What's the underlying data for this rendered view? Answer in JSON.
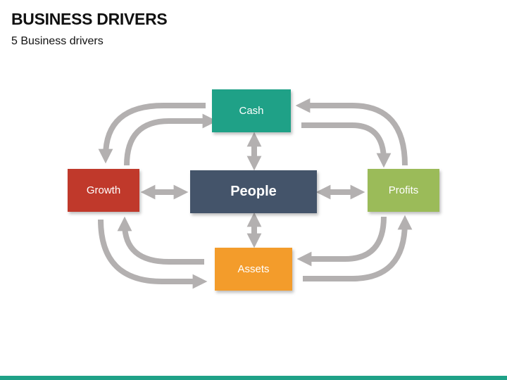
{
  "header": {
    "title": "BUSINESS DRIVERS",
    "subtitle": "5 Business drivers"
  },
  "nodes": {
    "cash": {
      "label": "Cash",
      "color": "#1fa187"
    },
    "growth": {
      "label": "Growth",
      "color": "#c0392b"
    },
    "people": {
      "label": "People",
      "color": "#44546a"
    },
    "profits": {
      "label": "Profits",
      "color": "#9bbb59"
    },
    "assets": {
      "label": "Assets",
      "color": "#f39c2b"
    }
  },
  "colors": {
    "arrow": "#b3b0b0",
    "footer_bar": "#1fa187"
  }
}
